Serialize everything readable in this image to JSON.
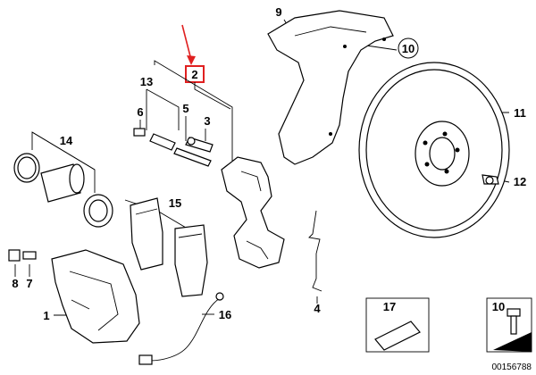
{
  "diagram": {
    "callouts": [
      {
        "id": "2",
        "text": "2",
        "highlighted": true
      },
      {
        "id": "13",
        "text": "13"
      },
      {
        "id": "6",
        "text": "6"
      },
      {
        "id": "5",
        "text": "5"
      },
      {
        "id": "3",
        "text": "3"
      },
      {
        "id": "14",
        "text": "14"
      },
      {
        "id": "15",
        "text": "15"
      },
      {
        "id": "9",
        "text": "9"
      },
      {
        "id": "10",
        "text": "10",
        "circled": true
      },
      {
        "id": "11",
        "text": "11"
      },
      {
        "id": "12",
        "text": "12"
      },
      {
        "id": "8",
        "text": "8"
      },
      {
        "id": "7",
        "text": "7"
      },
      {
        "id": "1",
        "text": "1"
      },
      {
        "id": "16",
        "text": "16"
      },
      {
        "id": "4",
        "text": "4"
      },
      {
        "id": "17",
        "text": "17"
      },
      {
        "id": "10b",
        "text": "10"
      }
    ],
    "reference_number": "00156788",
    "colors": {
      "highlight_box": "#e02020",
      "arrow": "#e02020",
      "line": "#000000",
      "background": "#ffffff"
    }
  }
}
